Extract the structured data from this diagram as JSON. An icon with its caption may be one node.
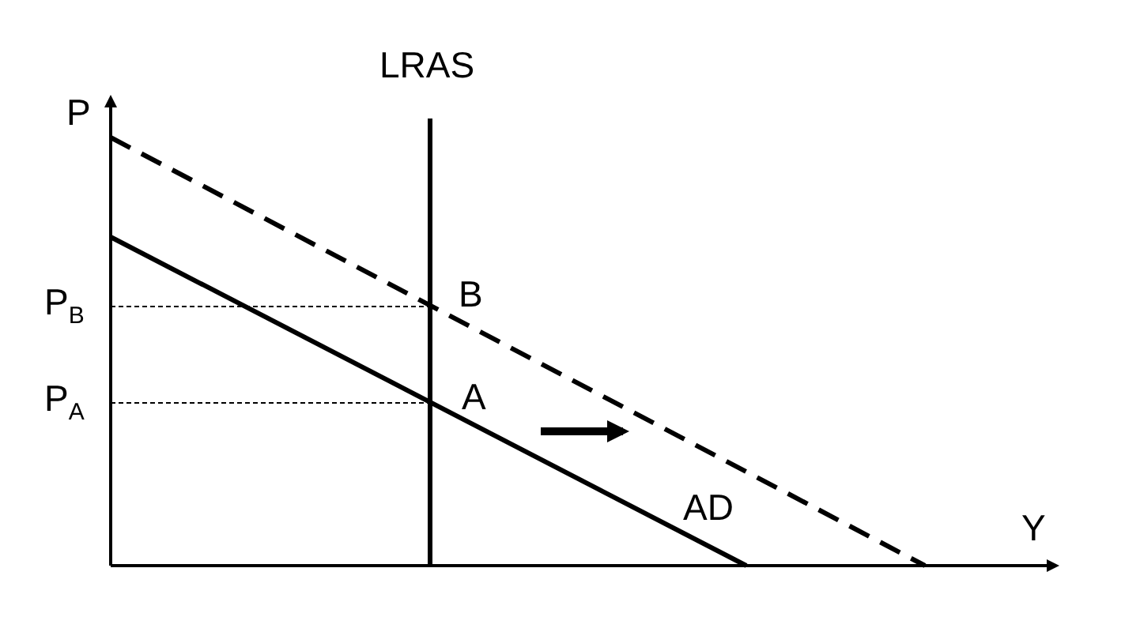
{
  "diagram": {
    "labels": [
      "LRAS",
      "P",
      "B",
      "P$_{B}$",
      "A",
      "P$_{A}$",
      "AD",
      "Y"
    ]
  }
}
